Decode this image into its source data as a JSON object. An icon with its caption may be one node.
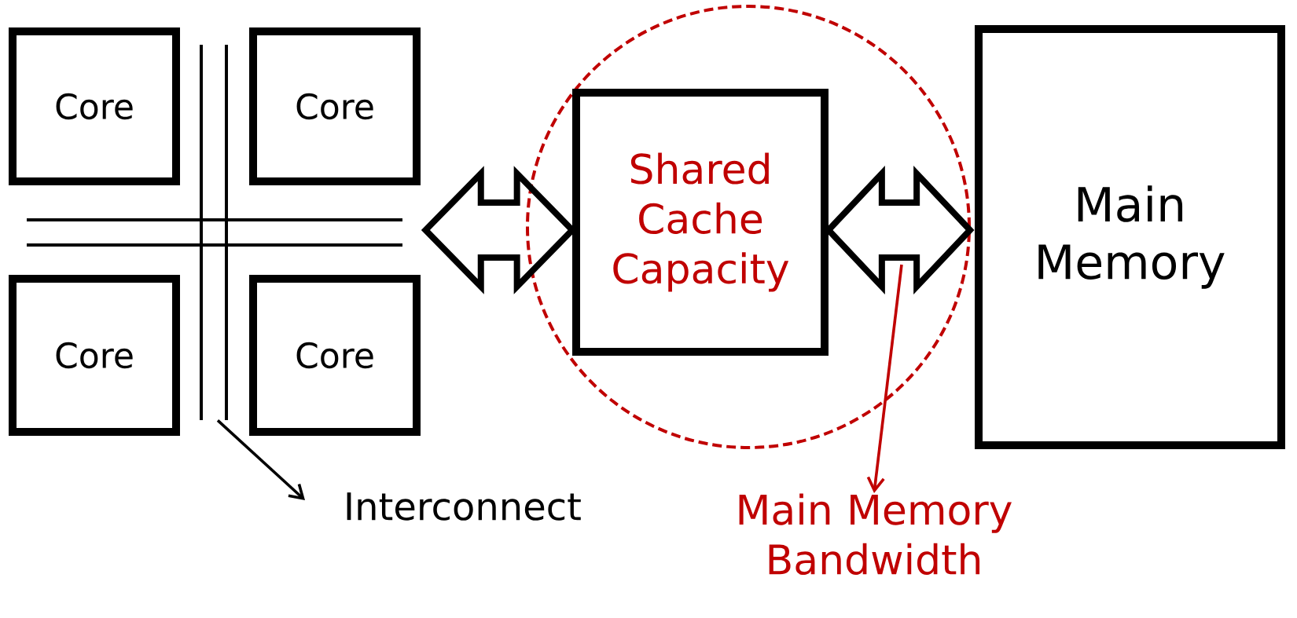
{
  "diagram": {
    "nodes": [
      {
        "text": [
          "Core"
        ]
      },
      {
        "text": [
          "Core"
        ]
      },
      {
        "text": [
          "Core"
        ]
      },
      {
        "text": [
          "Core"
        ]
      },
      {
        "text": [
          "Shared Cache Capacity"
        ]
      },
      {
        "text": [
          "Main Memory"
        ]
      },
      {
        "text": [
          "Interconnect"
        ]
      },
      {
        "text": [],
        "shape": "picture"
      },
      {
        "text": [
          "Main Memory Bandwidth"
        ]
      }
    ],
    "edges": [
      {
        "from": 7,
        "to": 4,
        "arrow": "both",
        "style": "thick"
      },
      {
        "from": 4,
        "to": 5,
        "arrow": "both",
        "style": "thick"
      },
      {
        "from": 7,
        "to": 6,
        "arrow": "to"
      },
      {
        "from": null,
        "to": 8,
        "arrow": "to",
        "color": "#c00000"
      }
    ]
  }
}
